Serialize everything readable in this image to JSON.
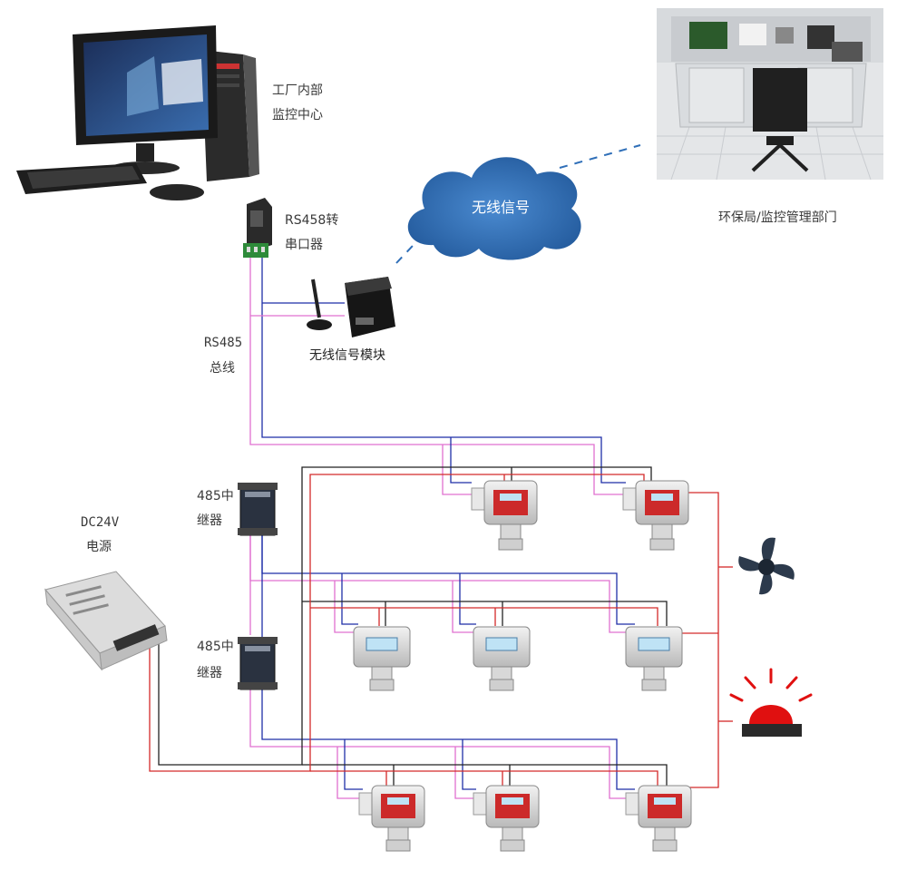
{
  "labels": {
    "factory_center": [
      "工厂内部",
      "监控中心"
    ],
    "converter": [
      "RS458转",
      "串口器"
    ],
    "rs485_bus": [
      "RS485",
      "总线"
    ],
    "wireless_module": "无线信号模块",
    "wireless_signal": "无线信号",
    "epa_department": "环保局/监控管理部门",
    "repeater_1": [
      "485中",
      "继器"
    ],
    "repeater_2": [
      "485中",
      "继器"
    ],
    "power_supply": [
      "DC24V",
      "电源"
    ]
  },
  "colors": {
    "wire_blue": "#1f2fa8",
    "wire_pink": "#e070d0",
    "wire_black": "#222222",
    "wire_red": "#d42a2a",
    "cloud_fill": "#2f6fb8",
    "detector_red": "#cc2a2a",
    "alarm_light": "#e01010",
    "device_dark": "#2a3240"
  },
  "icons": {
    "computer": "desktop-computer-icon",
    "converter": "rs485-converter-icon",
    "module": "wireless-module-icon",
    "cloud": "cloud-icon",
    "control_room": "control-room-photo",
    "repeater": "repeater-device-icon",
    "power": "power-supply-icon",
    "detector_red": "gas-detector-red-icon",
    "detector_blue": "gas-detector-blue-icon",
    "fan": "exhaust-fan-icon",
    "alarm": "alarm-light-icon"
  }
}
